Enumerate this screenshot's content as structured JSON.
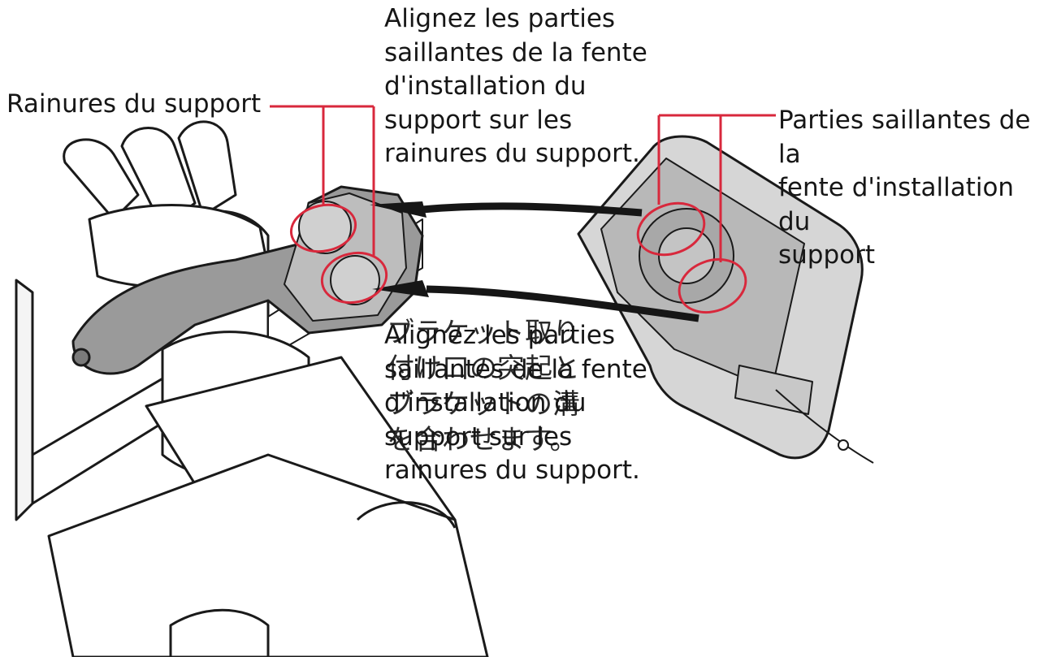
{
  "labels": {
    "instruction_top": "Alignez les parties\nsaillantes de la fente\nd'installation du\nsupport sur les\nrainures du support.",
    "bracket_grooves": "Rainures du support",
    "mount_protrusions": "Parties saillantes de la\nfente d'installation du\nsupport",
    "instruction_overlap_fr": "Alignez les parties\nsaillantes de la fente\nd'installation du\nsupport sur les\nrainures du support.",
    "instruction_overlap_jp": "ブラケット取り\n付け口の突起と\nブラケットの溝\nを合わせます。"
  },
  "colors": {
    "callout": "#d8283c",
    "line_art": "#1a1a1a",
    "device_fill": "#d6d6d6",
    "bracket_fill": "#9a9a9a",
    "background": "#ffffff"
  }
}
